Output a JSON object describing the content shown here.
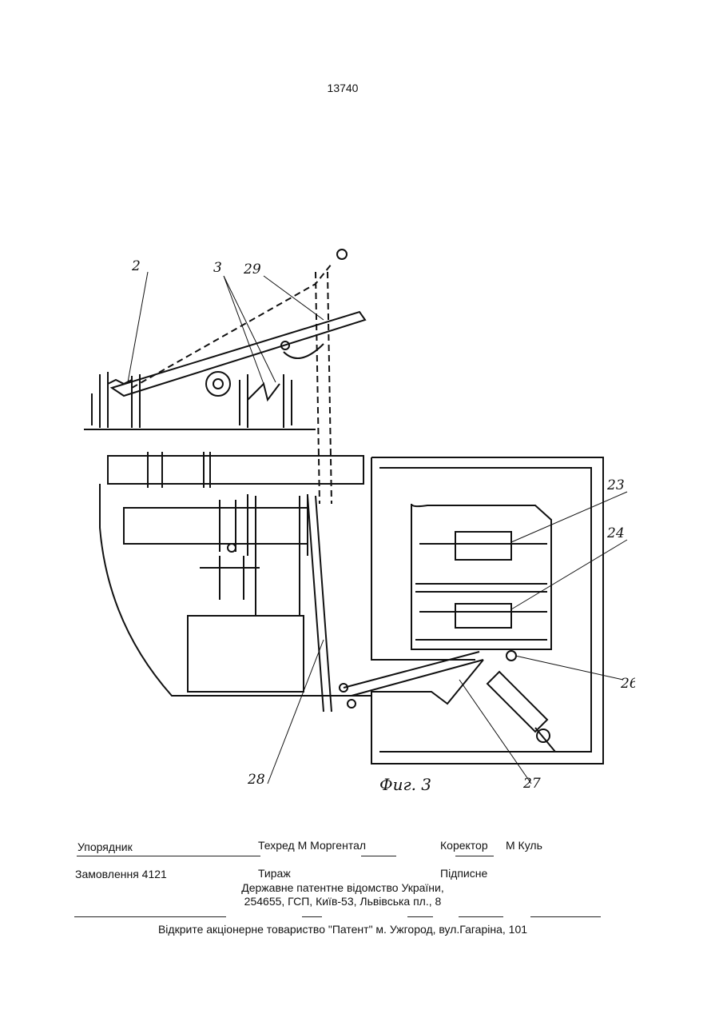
{
  "page_number": "13740",
  "figure": {
    "caption": "Фиг. 3",
    "labels": {
      "l2": "2",
      "l3": "3",
      "l29": "29",
      "l23": "23",
      "l24": "24",
      "l26": "26",
      "l27": "27",
      "l28": "28"
    }
  },
  "footer": {
    "compiler": "Упорядник",
    "tech_editor": "Техред М Моргентал",
    "corrector": "Коректор",
    "corrector_name": "М  Куль",
    "order": "Замовлення 4121",
    "circulation": "Тираж",
    "subscription": "Підписне",
    "office_line1": "Державне  патентне  відомство  України,",
    "office_line2": "254655, ГСП, Київ-53, Львівська пл., 8",
    "publisher": "Відкрите акціонерне товариство   \"Патент\" м. Ужгород, вул.Гагаріна, 101"
  }
}
